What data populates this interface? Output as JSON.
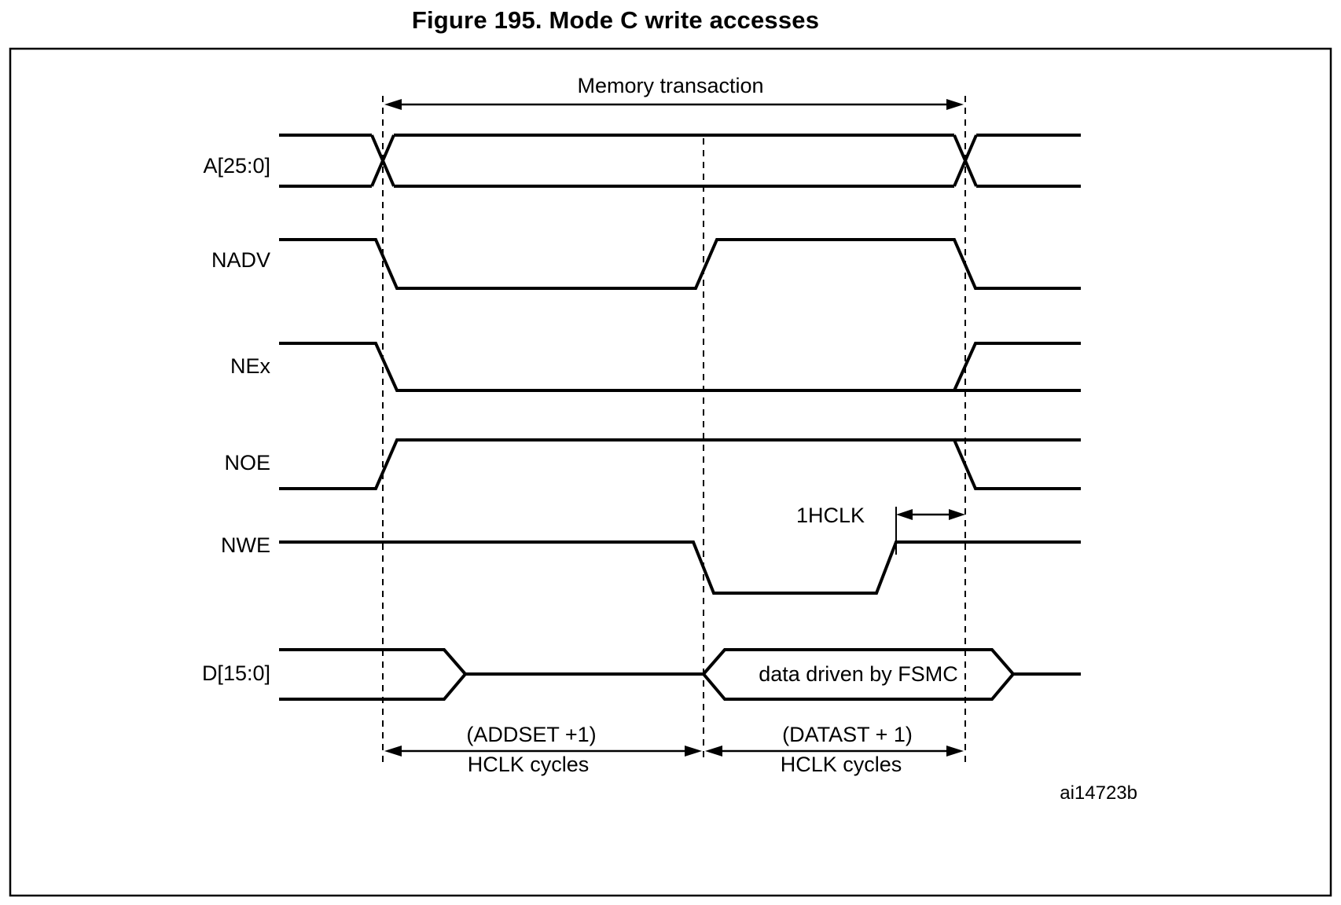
{
  "figure": {
    "title": "Figure 195. Mode C write accesses",
    "code": "ai14723b"
  },
  "signals": [
    {
      "label": "A[25:0]"
    },
    {
      "label": "NADV"
    },
    {
      "label": "NEx"
    },
    {
      "label": "NOE"
    },
    {
      "label": "NWE"
    },
    {
      "label": "D[15:0]"
    }
  ],
  "annotations": {
    "memory_transaction": "Memory transaction",
    "one_hclk": "1HCLK",
    "addset": "(ADDSET +1)",
    "addset_units": "HCLK cycles",
    "datast": "(DATAST + 1)",
    "datast_units": "HCLK cycles",
    "data_bus_value": "data driven by FSMC"
  },
  "colors": {
    "ink": "#000000",
    "background": "#ffffff"
  }
}
